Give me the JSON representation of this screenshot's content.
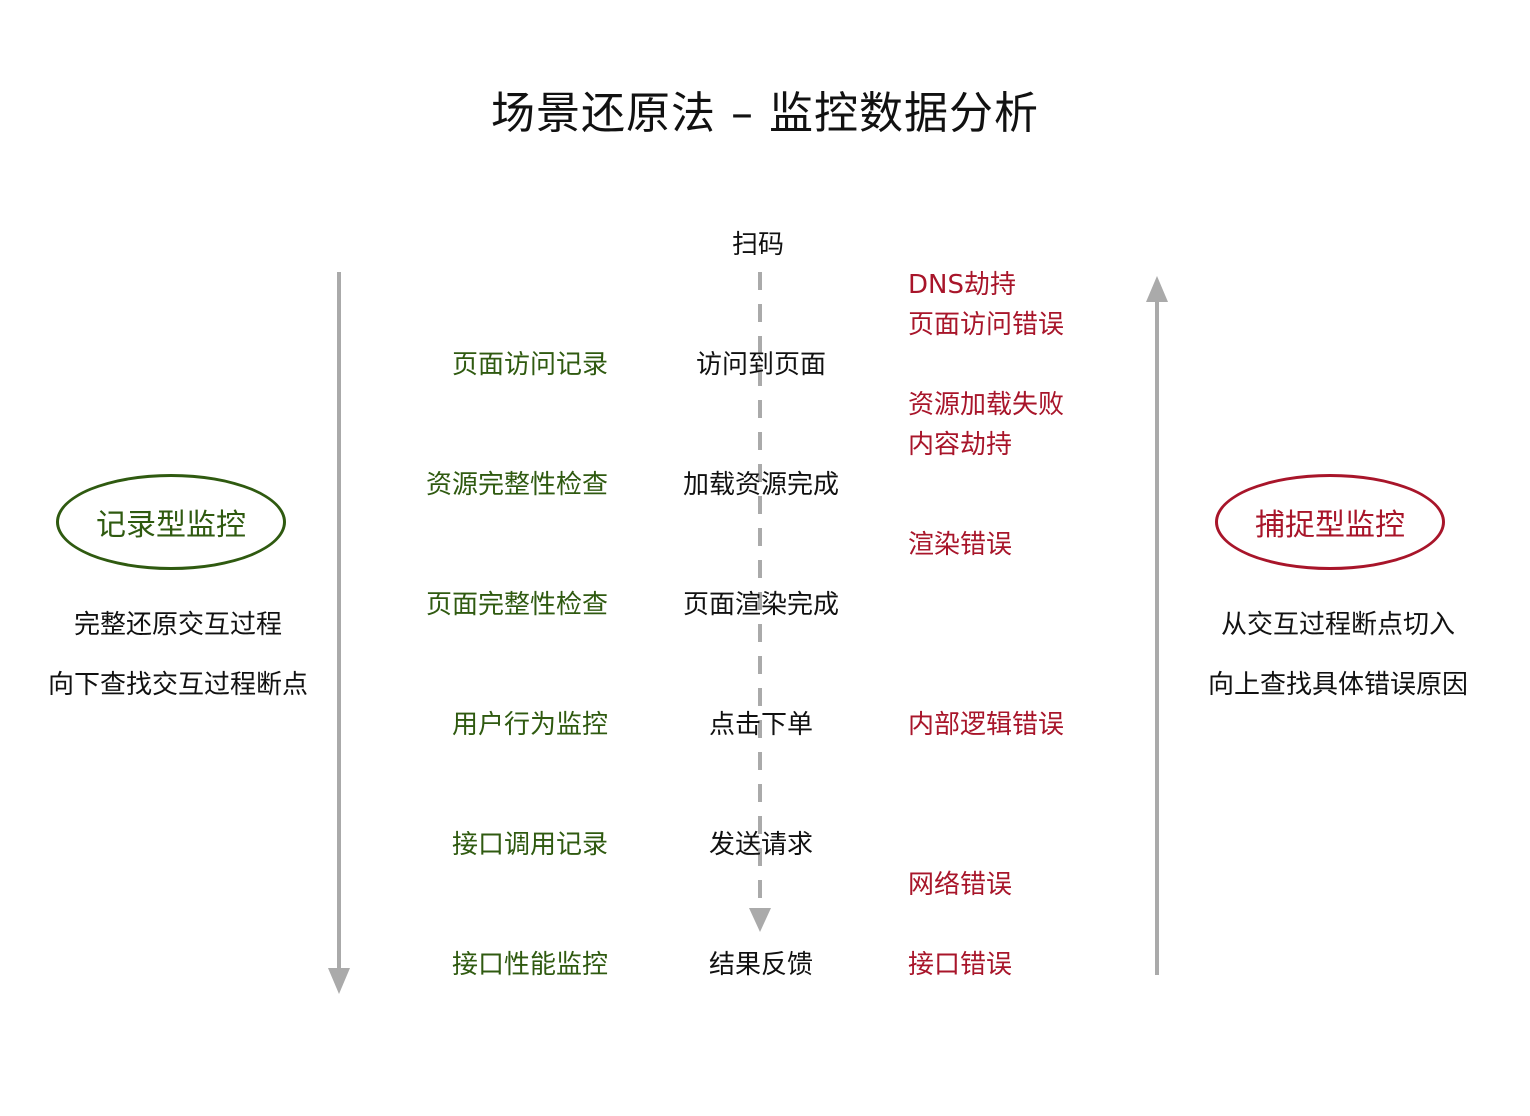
{
  "title": "场景还原法 – 监控数据分析",
  "left": {
    "label": "记录型监控",
    "desc_1": "完整还原交互过程",
    "desc_2": "向下查找交互过程断点"
  },
  "right": {
    "label": "捕捉型监控",
    "desc_1": "从交互过程断点切入",
    "desc_2": "向上查找具体错误原因"
  },
  "records": [
    "页面访问记录",
    "资源完整性检查",
    "页面完整性检查",
    "用户行为监控",
    "接口调用记录",
    "接口性能监控"
  ],
  "steps": {
    "start": "扫码",
    "items": [
      "访问到页面",
      "加载资源完成",
      "页面渲染完成",
      "点击下单",
      "发送请求",
      "结果反馈"
    ]
  },
  "errors": [
    "DNS劫持",
    "页面访问错误",
    "资源加载失败",
    "内容劫持",
    "渲染错误",
    "内部逻辑错误",
    "网络错误",
    "接口错误"
  ],
  "colors": {
    "green": "#2f5a10",
    "red": "#a8152a",
    "arrow_gray": "#aaaaaa"
  }
}
